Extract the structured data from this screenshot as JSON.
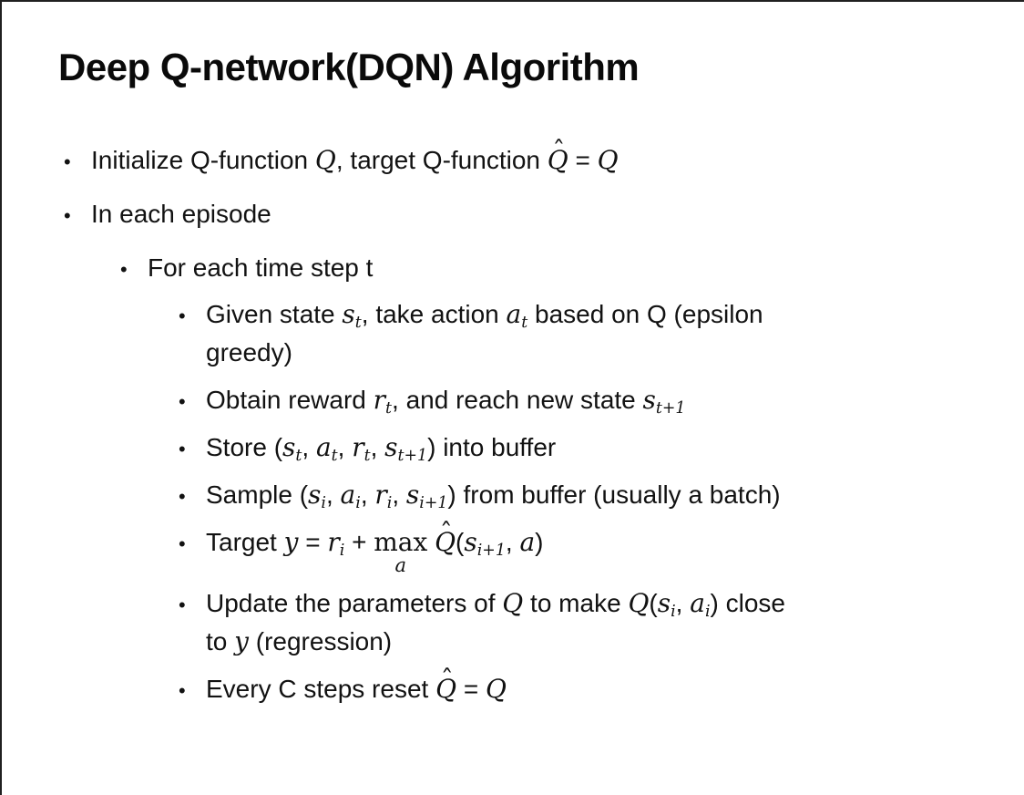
{
  "slide": {
    "title": "Deep Q-network(DQN) Algorithm",
    "bullet_glyph": "•",
    "colors": {
      "background": "#ffffff",
      "text": "#121212",
      "border": "#202020"
    },
    "bullets": [
      {
        "level": 1,
        "segments": [
          {
            "type": "text",
            "value": "Initialize Q-function "
          },
          {
            "type": "var",
            "value": "Q"
          },
          {
            "type": "text",
            "value": ", target Q-function "
          },
          {
            "type": "qhat",
            "value": "Q"
          },
          {
            "type": "text",
            "value": " = "
          },
          {
            "type": "var",
            "value": "Q"
          }
        ]
      },
      {
        "level": 1,
        "segments": [
          {
            "type": "text",
            "value": "In each episode"
          }
        ]
      },
      {
        "level": 2,
        "segments": [
          {
            "type": "text",
            "value": "For each time step t"
          }
        ]
      },
      {
        "level": 3,
        "segments": [
          {
            "type": "text",
            "value": "Given state "
          },
          {
            "type": "var",
            "value": "s",
            "sub": "t"
          },
          {
            "type": "text",
            "value": ", take action "
          },
          {
            "type": "var",
            "value": "a",
            "sub": "t"
          },
          {
            "type": "text",
            "value": " based on Q (epsilon"
          },
          {
            "type": "br"
          },
          {
            "type": "text",
            "value": "greedy)"
          }
        ]
      },
      {
        "level": 3,
        "segments": [
          {
            "type": "text",
            "value": "Obtain reward "
          },
          {
            "type": "var",
            "value": "r",
            "sub": "t"
          },
          {
            "type": "text",
            "value": ", and reach new state "
          },
          {
            "type": "var",
            "value": "s",
            "sub": "t+1"
          }
        ]
      },
      {
        "level": 3,
        "segments": [
          {
            "type": "text",
            "value": "Store ("
          },
          {
            "type": "var",
            "value": "s",
            "sub": "t"
          },
          {
            "type": "text",
            "value": ", "
          },
          {
            "type": "var",
            "value": "a",
            "sub": "t"
          },
          {
            "type": "text",
            "value": ", "
          },
          {
            "type": "var",
            "value": "r",
            "sub": "t"
          },
          {
            "type": "text",
            "value": ", "
          },
          {
            "type": "var",
            "value": "s",
            "sub": "t+1"
          },
          {
            "type": "text",
            "value": ") into buffer"
          }
        ]
      },
      {
        "level": 3,
        "segments": [
          {
            "type": "text",
            "value": "Sample ("
          },
          {
            "type": "var",
            "value": "s",
            "sub": "i"
          },
          {
            "type": "text",
            "value": ", "
          },
          {
            "type": "var",
            "value": "a",
            "sub": "i"
          },
          {
            "type": "text",
            "value": ", "
          },
          {
            "type": "var",
            "value": "r",
            "sub": "i"
          },
          {
            "type": "text",
            "value": ", "
          },
          {
            "type": "var",
            "value": "s",
            "sub": "i+1"
          },
          {
            "type": "text",
            "value": ") from buffer (usually a batch)"
          }
        ]
      },
      {
        "level": 3,
        "segments": [
          {
            "type": "text",
            "value": "Target "
          },
          {
            "type": "var",
            "value": "y"
          },
          {
            "type": "text",
            "value": " = "
          },
          {
            "type": "var",
            "value": "r",
            "sub": "i"
          },
          {
            "type": "text",
            "value": " + "
          },
          {
            "type": "max",
            "value": "max",
            "under": "a"
          },
          {
            "type": "text",
            "value": " "
          },
          {
            "type": "qhat",
            "value": "Q"
          },
          {
            "type": "text",
            "value": "("
          },
          {
            "type": "var",
            "value": "s",
            "sub": "i+1"
          },
          {
            "type": "text",
            "value": ", "
          },
          {
            "type": "var",
            "value": "a"
          },
          {
            "type": "text",
            "value": ")"
          }
        ]
      },
      {
        "level": 3,
        "segments": [
          {
            "type": "text",
            "value": "Update the parameters of "
          },
          {
            "type": "var",
            "value": "Q"
          },
          {
            "type": "text",
            "value": " to make "
          },
          {
            "type": "var",
            "value": "Q"
          },
          {
            "type": "text",
            "value": "("
          },
          {
            "type": "var",
            "value": "s",
            "sub": "i"
          },
          {
            "type": "text",
            "value": ", "
          },
          {
            "type": "var",
            "value": "a",
            "sub": "i"
          },
          {
            "type": "text",
            "value": ") close"
          },
          {
            "type": "br"
          },
          {
            "type": "text",
            "value": "to "
          },
          {
            "type": "var",
            "value": "y"
          },
          {
            "type": "text",
            "value": " (regression)"
          }
        ]
      },
      {
        "level": 3,
        "segments": [
          {
            "type": "text",
            "value": "Every C steps reset "
          },
          {
            "type": "qhat",
            "value": "Q"
          },
          {
            "type": "text",
            "value": " = "
          },
          {
            "type": "var",
            "value": "Q"
          }
        ]
      }
    ]
  }
}
